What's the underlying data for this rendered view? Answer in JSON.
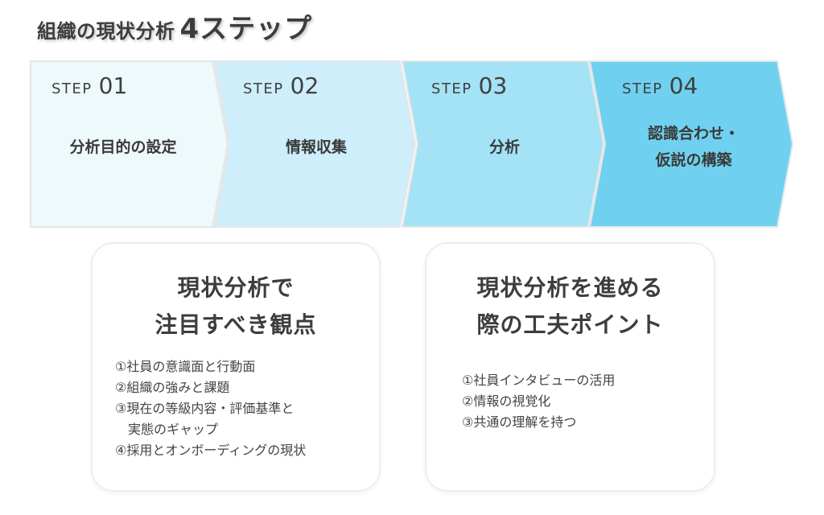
{
  "title": {
    "main": "組織の現状分析",
    "accent": "4ステップ"
  },
  "steps": [
    {
      "word": "STEP",
      "number": "01",
      "label": "分析目的の設定",
      "color": "#eef9fc"
    },
    {
      "word": "STEP",
      "number": "02",
      "label": "情報収集",
      "color": "#cdeefa"
    },
    {
      "word": "STEP",
      "number": "03",
      "label": "分析",
      "color": "#a4e2f5"
    },
    {
      "word": "STEP",
      "number": "04",
      "label": "認識合わせ・\n仮説の構築",
      "color": "#6fd1ef"
    }
  ],
  "cards": [
    {
      "title": "現状分析で\n注目すべき観点",
      "items": [
        "①社員の意識面と行動面",
        "②組織の強みと課題",
        "③現在の等級内容・評価基準と\n　実態のギャップ",
        "④採用とオンボーディングの現状"
      ]
    },
    {
      "title": "現状分析を進める\n際の工夫ポイント",
      "items": [
        "①社員インタビューの活用",
        "②情報の視覚化",
        "③共通の理解を持つ"
      ]
    }
  ]
}
